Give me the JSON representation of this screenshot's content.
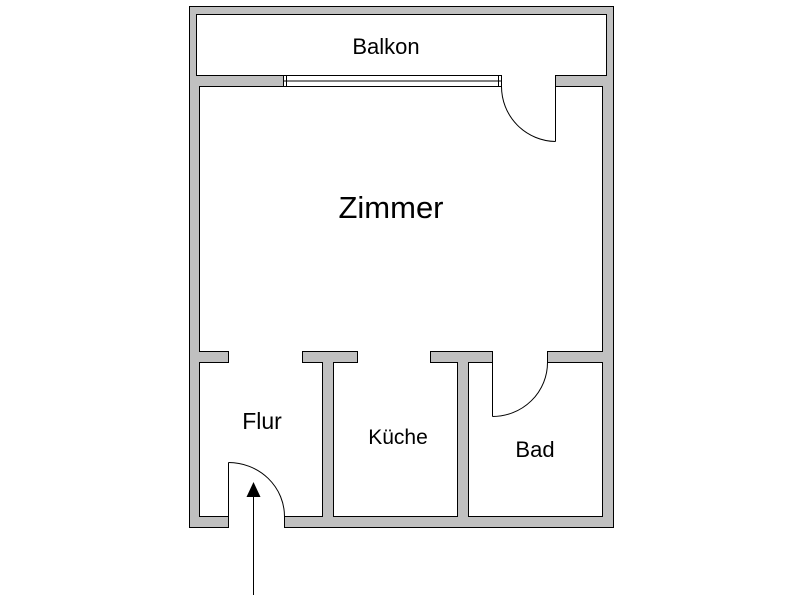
{
  "floor_plan": {
    "rooms": {
      "balcony": "Balkon",
      "living_room": "Zimmer",
      "hallway": "Flur",
      "kitchen": "Küche",
      "bathroom": "Bad"
    },
    "colors": {
      "wall": "#c0c0c0",
      "line": "#000000",
      "floor": "#ffffff"
    }
  }
}
